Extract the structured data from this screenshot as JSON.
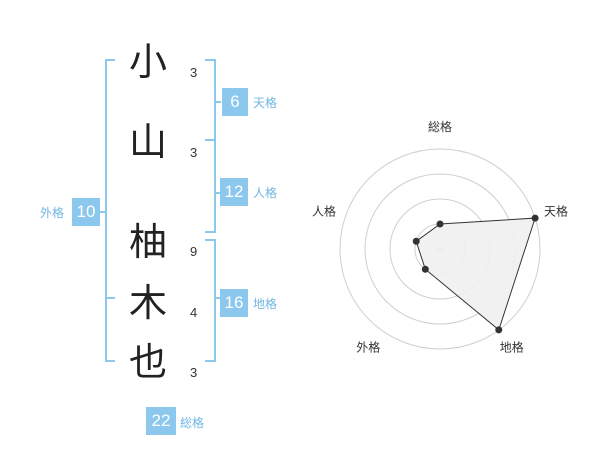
{
  "name": {
    "chars": [
      {
        "char": "小",
        "strokes": "3"
      },
      {
        "char": "山",
        "strokes": "3"
      },
      {
        "char": "柚",
        "strokes": "9"
      },
      {
        "char": "木",
        "strokes": "4"
      },
      {
        "char": "也",
        "strokes": "3"
      }
    ]
  },
  "fortune": {
    "tenkaku": {
      "value": "6",
      "label": "天格"
    },
    "jinkaku": {
      "value": "12",
      "label": "人格"
    },
    "chikaku": {
      "value": "16",
      "label": "地格"
    },
    "gaikaku": {
      "value": "10",
      "label": "外格"
    },
    "soukaku": {
      "value": "22",
      "label": "総格"
    }
  },
  "colors": {
    "accent": "#8cc8ee",
    "accent_text": "#6fb6e3",
    "radar_fill": "#f0f0f0",
    "radar_stroke": "#333333"
  },
  "chart_data": {
    "type": "radar",
    "axes": [
      "総格",
      "天格",
      "地格",
      "外格",
      "人格"
    ],
    "levels": 4,
    "values": [
      1,
      4,
      4,
      1,
      1
    ],
    "max": 4
  }
}
